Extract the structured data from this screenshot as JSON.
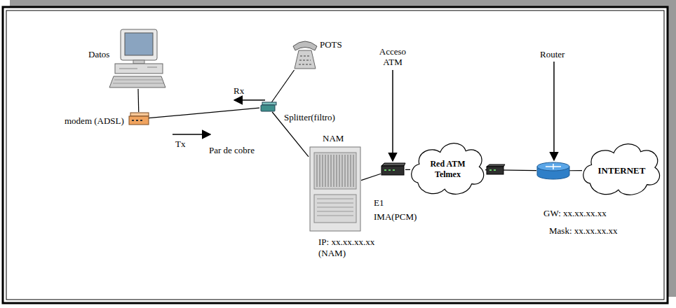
{
  "diagram": {
    "nodes": [
      {
        "text": [
          "Datos"
        ]
      },
      {
        "text": [
          "POTS"
        ]
      },
      {
        "text": [
          "modem (ADSL)"
        ]
      },
      {
        "text": [
          "Splitter(filtro)"
        ]
      },
      {
        "text": [
          "NAM"
        ]
      },
      {
        "text": [
          "Acceso ATM"
        ]
      },
      {
        "text": [
          "Red ATM Telmex"
        ]
      },
      {
        "text": [
          "Router"
        ]
      },
      {
        "text": [
          "INTERNET"
        ]
      }
    ],
    "edges": [
      {
        "from": 0,
        "to": 2,
        "arrow": "none"
      },
      {
        "from": 2,
        "to": 3,
        "arrow": "none"
      },
      {
        "from": 3,
        "to": 1,
        "arrow": "none"
      },
      {
        "from": 3,
        "to": 4,
        "arrow": "none"
      },
      {
        "from": 4,
        "to": 5,
        "arrow": "none"
      },
      {
        "from": 5,
        "to": 6,
        "arrow": "none"
      },
      {
        "from": 6,
        "to": 7,
        "arrow": "none"
      },
      {
        "from": 7,
        "to": 8,
        "arrow": "none"
      }
    ],
    "labels": [
      "Rx",
      "Tx",
      "Par de cobre",
      "IP: xx.xx.xx.xx",
      "(NAM)",
      "E1",
      "IMA(PCM)",
      "GW: xx.xx.xx.xx",
      "Mask: xx.xx.xx.xx"
    ]
  }
}
